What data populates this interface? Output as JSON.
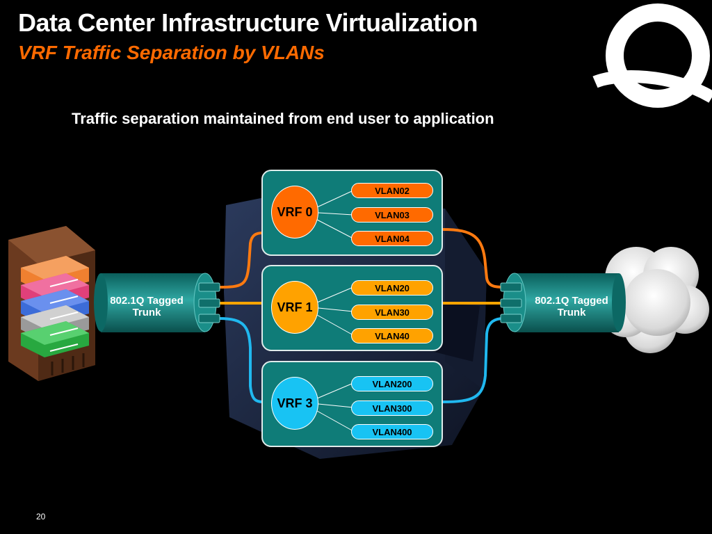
{
  "slide": {
    "title": "Data Center Infrastructure Virtualization",
    "subtitle": "VRF Traffic Separation by VLANs",
    "caption": "Traffic separation maintained from end user to application",
    "page_number": "20"
  },
  "trunks": {
    "left": {
      "line1": "802.1Q Tagged",
      "line2": "Trunk"
    },
    "right": {
      "line1": "802.1Q Tagged",
      "line2": "Trunk"
    }
  },
  "vrfs": [
    {
      "name": "VRF 0",
      "circle_color": "#ff6a00",
      "pill_color": "#ff6a00",
      "link_color": "#ff7a10",
      "vlans": [
        "VLAN02",
        "VLAN03",
        "VLAN04"
      ]
    },
    {
      "name": "VRF 1",
      "circle_color": "#ffa200",
      "pill_color": "#ffa200",
      "link_color": "#ffa500",
      "vlans": [
        "VLAN20",
        "VLAN30",
        "VLAN40"
      ]
    },
    {
      "name": "VRF 3",
      "circle_color": "#18c3f3",
      "pill_color": "#18c3f3",
      "link_color": "#20b8ef",
      "vlans": [
        "VLAN200",
        "VLAN300",
        "VLAN400"
      ]
    }
  ],
  "colors": {
    "box": "#0f7c78",
    "accent": "#ff6a00"
  },
  "icons": [
    "server-rack-icon",
    "cloud-icon",
    "logo-icon",
    "switch-chassis-icon"
  ]
}
